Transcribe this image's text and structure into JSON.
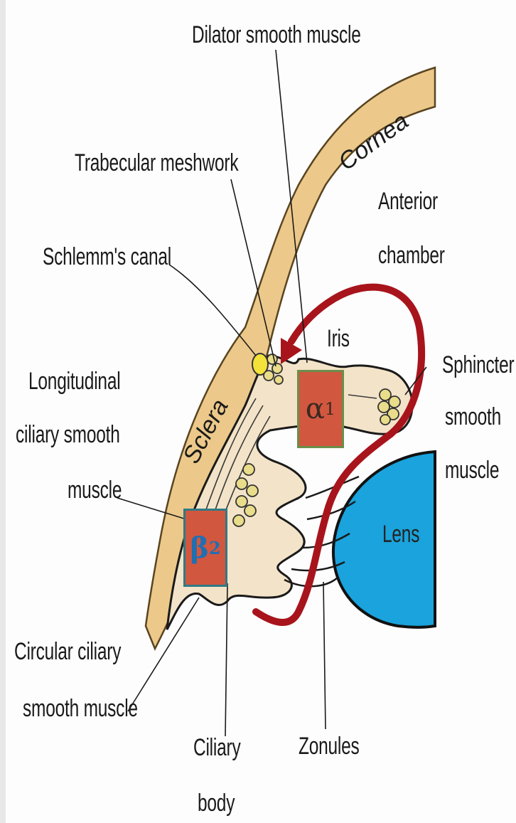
{
  "labels": {
    "dilator": "Dilator smooth muscle",
    "trabecular": "Trabecular meshwork",
    "schlemm": "Schlemm's canal",
    "cornea": "Cornea",
    "anterior": [
      "Anterior",
      "chamber"
    ],
    "iris": "Iris",
    "sphincter": [
      "Sphincter",
      "smooth",
      "muscle"
    ],
    "longitudinal": [
      "Longitudinal",
      "ciliary smooth",
      "muscle"
    ],
    "sclera": "Sclera",
    "lens": "Lens",
    "circular": [
      "Circular ciliary",
      "smooth muscle"
    ],
    "ciliary_body": [
      "Ciliary",
      "body"
    ],
    "zonules": "Zonules"
  },
  "receptors": {
    "alpha": {
      "symbol": "α",
      "subscript": "1"
    },
    "beta": {
      "symbol": "β",
      "subscript": "2"
    }
  },
  "colors": {
    "sclera": "#ecc98a",
    "tissue": "#f3e3c8",
    "lens": "#1aa3dc",
    "arrow": "#a8141c",
    "badge": "#d2573f"
  }
}
